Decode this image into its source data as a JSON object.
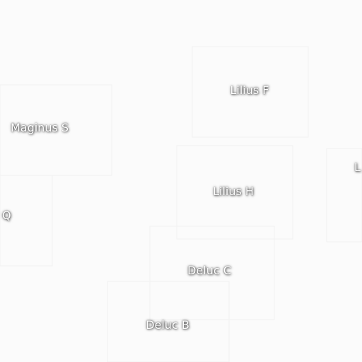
{
  "map": {
    "labels": [
      {
        "id": "lilius-f",
        "text": "Lilius F"
      },
      {
        "id": "maginus-s",
        "text": "Maginus S"
      },
      {
        "id": "lilius-h",
        "text": "Lilius H"
      },
      {
        "id": "q-partial",
        "text": "Q"
      },
      {
        "id": "l-partial",
        "text": "L"
      },
      {
        "id": "deluc-c",
        "text": "Deluc C"
      },
      {
        "id": "deluc-b",
        "text": "Deluc B"
      }
    ]
  },
  "colors": {
    "background": "#fbfbfb",
    "label_text": "#ffffff",
    "label_halo": "#000000"
  }
}
